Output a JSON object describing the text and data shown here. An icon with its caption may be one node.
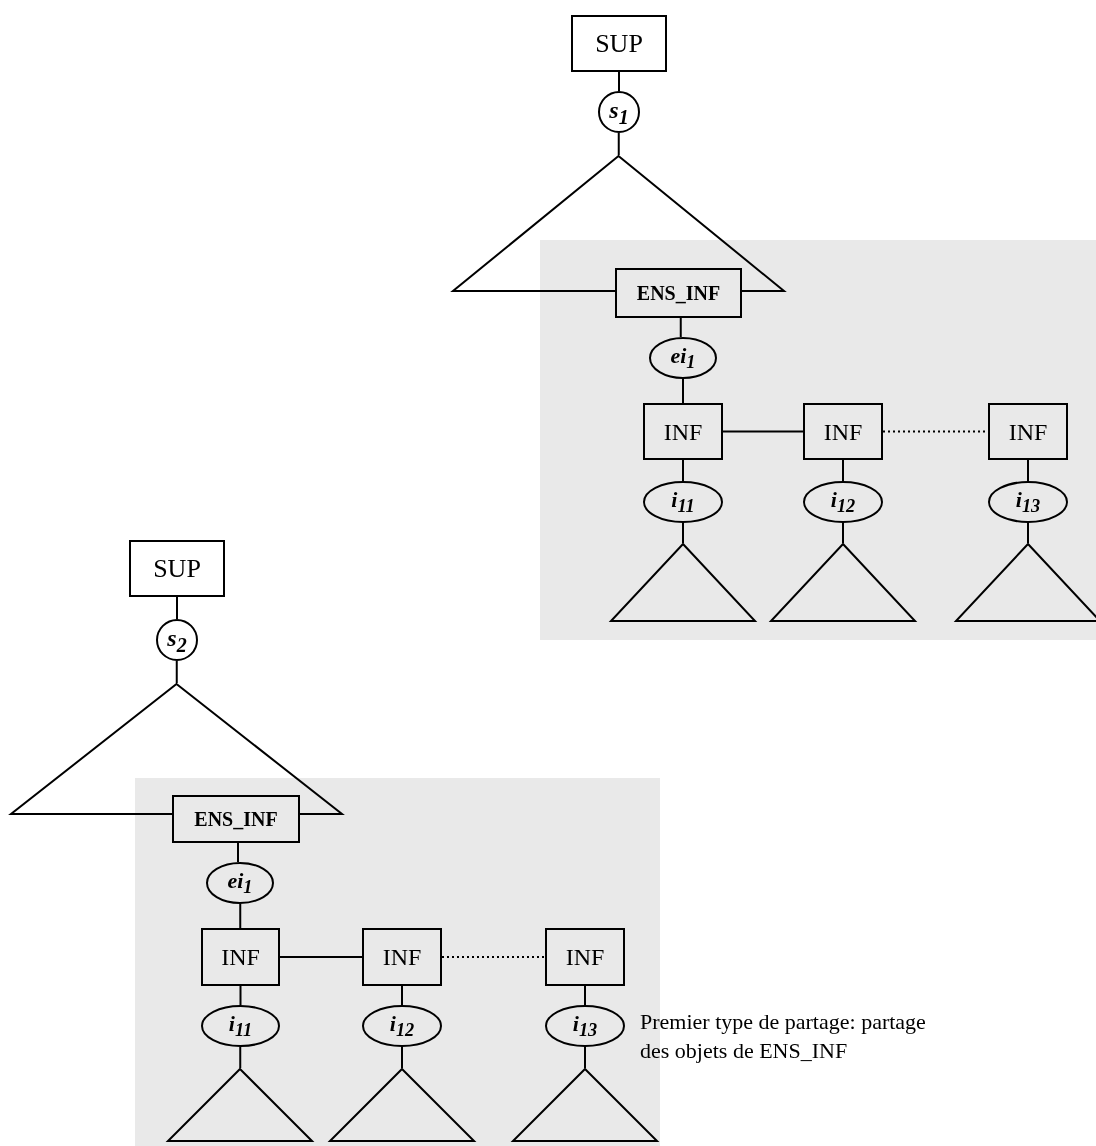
{
  "diagram": {
    "caption": "Premier type de partage: partage des objets de ENS_INF",
    "nodes": [
      {
        "text": [
          "SUP"
        ]
      },
      {
        "text": [
          "s$_{1}$"
        ]
      },
      {
        "text": [],
        "shape": "triangle"
      },
      {
        "text": [
          "ENS_INF"
        ]
      },
      {
        "text": [
          "ei$_{1}$"
        ]
      },
      {
        "text": [
          "INF"
        ]
      },
      {
        "text": [
          "INF"
        ]
      },
      {
        "text": [
          "INF"
        ]
      },
      {
        "text": [
          "i$_{11}$"
        ]
      },
      {
        "text": [
          "i$_{12}$"
        ]
      },
      {
        "text": [
          "i$_{13}$"
        ]
      },
      {
        "text": [],
        "shape": "triangle"
      },
      {
        "text": [],
        "shape": "triangle"
      },
      {
        "text": [],
        "shape": "triangle"
      },
      {
        "text": [
          "SUP"
        ]
      },
      {
        "text": [
          "s$_{2}$"
        ]
      },
      {
        "text": [],
        "shape": "triangle"
      },
      {
        "text": [
          "ENS_INF"
        ]
      },
      {
        "text": [
          "ei$_{1}$"
        ]
      },
      {
        "text": [
          "INF"
        ]
      },
      {
        "text": [
          "INF"
        ]
      },
      {
        "text": [
          "INF"
        ]
      },
      {
        "text": [
          "i$_{11}$"
        ]
      },
      {
        "text": [
          "i$_{12}$"
        ]
      },
      {
        "text": [
          "i$_{13}$"
        ]
      },
      {
        "text": [],
        "shape": "triangle"
      },
      {
        "text": [],
        "shape": "triangle"
      },
      {
        "text": [],
        "shape": "triangle"
      }
    ],
    "edges": [
      {
        "from": 0,
        "to": 1,
        "arrow": "none"
      },
      {
        "from": 1,
        "to": 2,
        "arrow": "none"
      },
      {
        "from": 3,
        "to": 4,
        "arrow": "none"
      },
      {
        "from": 4,
        "to": 5,
        "arrow": "none"
      },
      {
        "from": 5,
        "to": 6,
        "arrow": "none"
      },
      {
        "from": 6,
        "to": 7,
        "arrow": "none",
        "style": "dashed"
      },
      {
        "from": 5,
        "to": 8,
        "arrow": "none"
      },
      {
        "from": 6,
        "to": 9,
        "arrow": "none"
      },
      {
        "from": 7,
        "to": 10,
        "arrow": "none"
      },
      {
        "from": 8,
        "to": 11,
        "arrow": "none"
      },
      {
        "from": 9,
        "to": 12,
        "arrow": "none"
      },
      {
        "from": 10,
        "to": 13,
        "arrow": "none"
      },
      {
        "from": 14,
        "to": 15,
        "arrow": "none"
      },
      {
        "from": 15,
        "to": 16,
        "arrow": "none"
      },
      {
        "from": 17,
        "to": 18,
        "arrow": "none"
      },
      {
        "from": 18,
        "to": 19,
        "arrow": "none"
      },
      {
        "from": 19,
        "to": 20,
        "arrow": "none"
      },
      {
        "from": 20,
        "to": 21,
        "arrow": "none",
        "style": "dashed"
      },
      {
        "from": 19,
        "to": 22,
        "arrow": "none"
      },
      {
        "from": 20,
        "to": 23,
        "arrow": "none"
      },
      {
        "from": 21,
        "to": 24,
        "arrow": "none"
      },
      {
        "from": 22,
        "to": 25,
        "arrow": "none"
      },
      {
        "from": 23,
        "to": 26,
        "arrow": "none"
      },
      {
        "from": 24,
        "to": 27,
        "arrow": "none"
      }
    ]
  }
}
